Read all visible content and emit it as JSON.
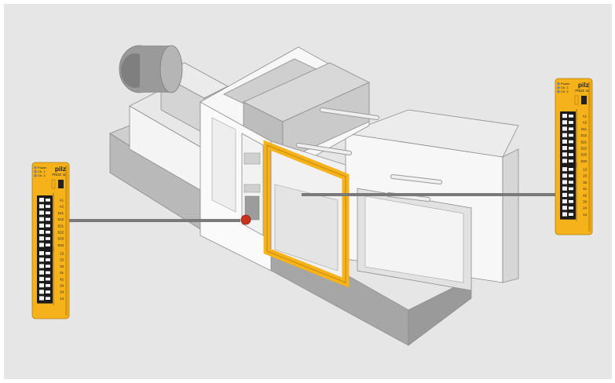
{
  "colors": {
    "background": "#e6e6e6",
    "machine_face": "#ffffff",
    "machine_side": "#dcdcdc",
    "machine_shadow": "#c2c2c2",
    "machine_dark": "#a9a9a9",
    "outline": "#8c8c8c",
    "guard": "#f5b21b",
    "relay_body": "#f5b21b",
    "leader_line": "#7a7a7a",
    "estop": "#c8321e"
  },
  "relays": [
    {
      "brand": "pilz",
      "model": "PNOZ",
      "variant": "s1",
      "leds": [
        "Power",
        "Ch. 1",
        "Ch. 2"
      ],
      "top_terminals": [
        "A1",
        "A2",
        "S11",
        "S12",
        "S21",
        "S22",
        "S33",
        "S34"
      ],
      "bottom_terminals": [
        "13",
        "23",
        "33",
        "41",
        "42",
        "34",
        "24",
        "14"
      ]
    },
    {
      "brand": "pilz",
      "model": "PNOZ",
      "variant": "s1",
      "leds": [
        "Power",
        "Ch. 1",
        "Ch. 2"
      ],
      "top_terminals": [
        "A1",
        "A2",
        "S11",
        "S12",
        "S21",
        "S22",
        "S33",
        "S34"
      ],
      "bottom_terminals": [
        "13",
        "23",
        "33",
        "41",
        "42",
        "34",
        "24",
        "14"
      ]
    }
  ]
}
